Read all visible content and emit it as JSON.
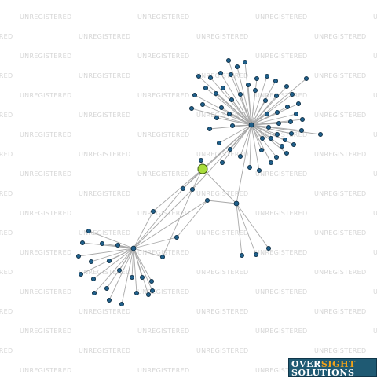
{
  "watermark": {
    "text": "UNREGISTERED"
  },
  "logo": {
    "word1": "OVER",
    "word2": "SIGHT",
    "word3": "SOLUTIONS"
  },
  "colors": {
    "node": "#1f5f8a",
    "focus_node": "#a9dd3c",
    "edge": "#a8a8a8",
    "logo_bg": "#1f5a73",
    "logo_accent": "#f0a21a"
  },
  "graph": {
    "hubs": [
      "upper-hub",
      "lower-hub",
      "middle-hub"
    ],
    "focus_node": "focus-entity"
  }
}
